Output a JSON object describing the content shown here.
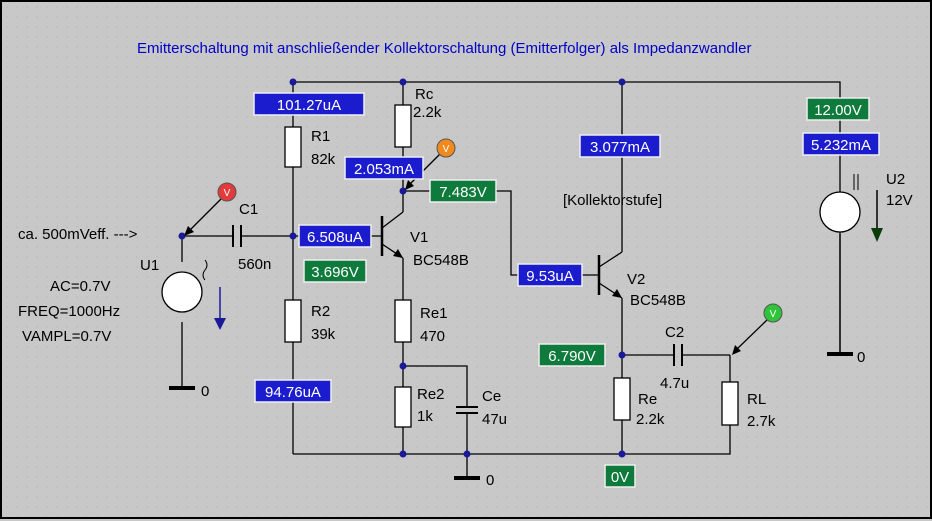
{
  "title": "Emitterschaltung mit anschließender Kollektorschaltung (Emitterfolger) als Impedanzwandler",
  "input_note": "ca. 500mVeff. --->",
  "source_u1": {
    "name": "U1",
    "ac": "AC=0.7V",
    "freq": "FREQ=1000Hz",
    "vampl": "VAMPL=0.7V"
  },
  "source_u2": {
    "name": "U2",
    "value": "12V"
  },
  "components": {
    "c1": {
      "name": "C1",
      "value": "560n"
    },
    "r1": {
      "name": "R1",
      "value": "82k"
    },
    "r2": {
      "name": "R2",
      "value": "39k"
    },
    "rc": {
      "name": "Rc",
      "value": "2.2k"
    },
    "v1": {
      "name": "V1",
      "value": "BC548B"
    },
    "re1": {
      "name": "Re1",
      "value": "470"
    },
    "re2": {
      "name": "Re2",
      "value": "1k"
    },
    "ce": {
      "name": "Ce",
      "value": "47u"
    },
    "v2": {
      "name": "V2",
      "value": "BC548B"
    },
    "c2": {
      "name": "C2",
      "value": "4.7u"
    },
    "re": {
      "name": "Re",
      "value": "2.2k"
    },
    "rl": {
      "name": "RL",
      "value": "2.7k"
    }
  },
  "stage_label": "[Kollektorstufe]",
  "ground_label": "0",
  "probe_icon": "V",
  "current_labels": {
    "r1": "101.27uA",
    "rc": "2.053mA",
    "v1_base": "6.508uA",
    "r2": "94.76uA",
    "v2_collector": "3.077mA",
    "v2_base": "9.53uA",
    "u2": "5.232mA"
  },
  "voltage_labels": {
    "supply": "12.00V",
    "v1_collector": "7.483V",
    "v1_base": "3.696V",
    "v2_emitter": "6.790V",
    "ground": "0V"
  },
  "colors": {
    "current_label": "#1c1ccf",
    "voltage_label": "#0e7a3b",
    "title": "#0000c8",
    "probe_red": "#e23b3b",
    "probe_orange": "#f08a1e",
    "probe_green": "#2fc43a"
  }
}
